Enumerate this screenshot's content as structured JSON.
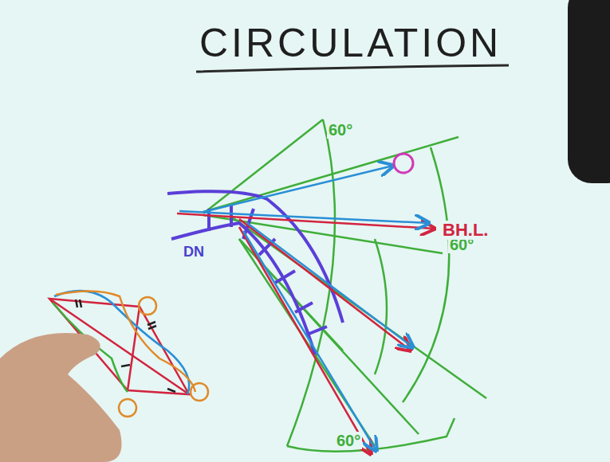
{
  "diagram": {
    "title": "CIRCULATION",
    "labels": [
      "60°",
      "60°",
      "60°",
      "BH.L.",
      "DN"
    ]
  }
}
